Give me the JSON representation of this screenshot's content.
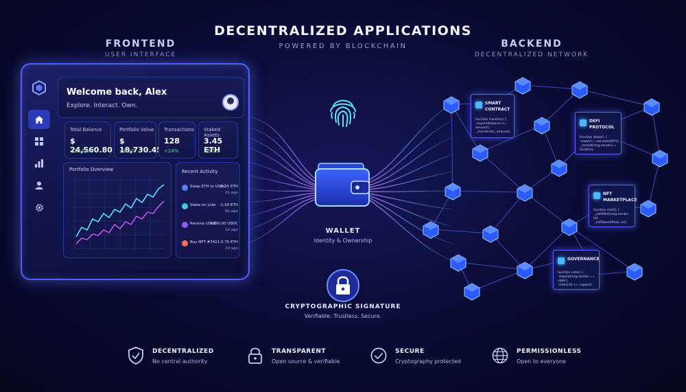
{
  "header": {
    "title": "DECENTRALIZED APPLICATIONS",
    "subtitle": "POWERED BY BLOCKCHAIN"
  },
  "frontend": {
    "heading": "FRONTEND",
    "subheading": "USER INTERFACE",
    "sidebar_icons": [
      "hexagon-logo-icon",
      "home-icon",
      "grid-icon",
      "bar-chart-icon",
      "user-icon",
      "gear-icon"
    ],
    "welcome": {
      "title": "Welcome back, Alex",
      "tagline": "Explore. Interact. Own."
    },
    "stats": [
      {
        "label": "Total Balance",
        "value": "$ 24,560.80",
        "change": "+12.5%"
      },
      {
        "label": "Portfolio Value",
        "value": "$ 18,730.45",
        "change": "+8.2%"
      },
      {
        "label": "Transactions",
        "value": "128",
        "change": "+24%"
      },
      {
        "label": "Staked Assets",
        "value": "3.45 ETH",
        "change": "+5.1%"
      }
    ],
    "portfolio": {
      "title": "Portfolio Overview"
    },
    "activity": {
      "title": "Recent Activity",
      "items": [
        {
          "name": "Swap ETH to USDC",
          "amount": "-0.25 ETH",
          "time": "2h ago",
          "color": "#5b7cff"
        },
        {
          "name": "Stake on Lido",
          "amount": "-1.50 ETH",
          "time": "5h ago",
          "color": "#3fc9e0"
        },
        {
          "name": "Receive USDC",
          "amount": "+100.00 USDC",
          "time": "1d ago",
          "color": "#8a5bff"
        },
        {
          "name": "Buy NFT #7421",
          "amount": "-0.75 ETH",
          "time": "2d ago",
          "color": "#ff6a5b"
        }
      ]
    }
  },
  "center": {
    "wallet_label": "WALLET",
    "wallet_sub": "Identity & Ownership",
    "crypto_label": "CRYPTOGRAPHIC SIGNATURE",
    "crypto_sub": "Verifiable. Trustless. Secure."
  },
  "backend": {
    "heading": "BACKEND",
    "subheading": "DECENTRALIZED NETWORK",
    "cards": [
      {
        "name": "SMART\nCONTRACT"
      },
      {
        "name": "DEFI\nPROTOCOL"
      },
      {
        "name": "NFT\nMARKETPLACE"
      },
      {
        "name": "GOVERNANCE"
      }
    ]
  },
  "features": [
    {
      "title": "DECENTRALIZED",
      "sub": "No central authority",
      "icon": "shield-check-icon"
    },
    {
      "title": "TRANSPARENT",
      "sub": "Open source & verifiable",
      "icon": "lock-icon"
    },
    {
      "title": "SECURE",
      "sub": "Cryptography protected",
      "icon": "check-circle-icon"
    },
    {
      "title": "PERMISSIONLESS",
      "sub": "Open to everyone",
      "icon": "globe-icon"
    }
  ],
  "colors": {
    "accent": "#4d61ff",
    "positive": "#3fe08a",
    "glow": "#4bb7ff"
  }
}
